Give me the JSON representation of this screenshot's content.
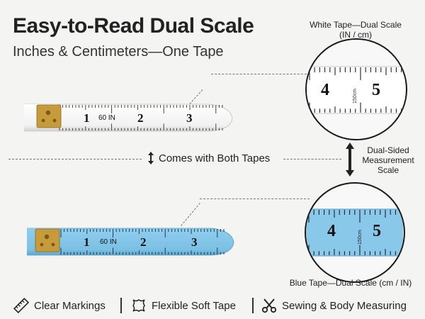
{
  "header": {
    "title": "Easy-to-Read Dual Scale",
    "subtitle": "Inches & Centimeters—One Tape"
  },
  "white_tape": {
    "caption_line1": "White Tape—Dual Scale",
    "caption_line2": "(IN / cm)",
    "numbers": [
      "1",
      "2",
      "3"
    ],
    "start_label": "60 IN",
    "zoom_numbers": [
      "4",
      "5"
    ],
    "zoom_small_label": "150cm",
    "color": "#ffffff"
  },
  "blue_tape": {
    "caption": "Blue Tape—Dual Scale (cm / IN)",
    "numbers": [
      "1",
      "2",
      "3"
    ],
    "start_label": "60 IN",
    "zoom_numbers": [
      "4",
      "5"
    ],
    "zoom_small_label": "150cm",
    "color": "#7fc4e8"
  },
  "middle": {
    "both_tapes": "Comes with Both Tapes",
    "dual_line1": "Dual-Sided",
    "dual_line2": "Measurement",
    "dual_line3": "Scale"
  },
  "features": [
    {
      "label": "Clear Markings",
      "icon": "ruler-icon"
    },
    {
      "label": "Flexible Soft Tape",
      "icon": "fabric-icon"
    },
    {
      "label": "Sewing & Body Measuring",
      "icon": "scissors-icon"
    }
  ]
}
